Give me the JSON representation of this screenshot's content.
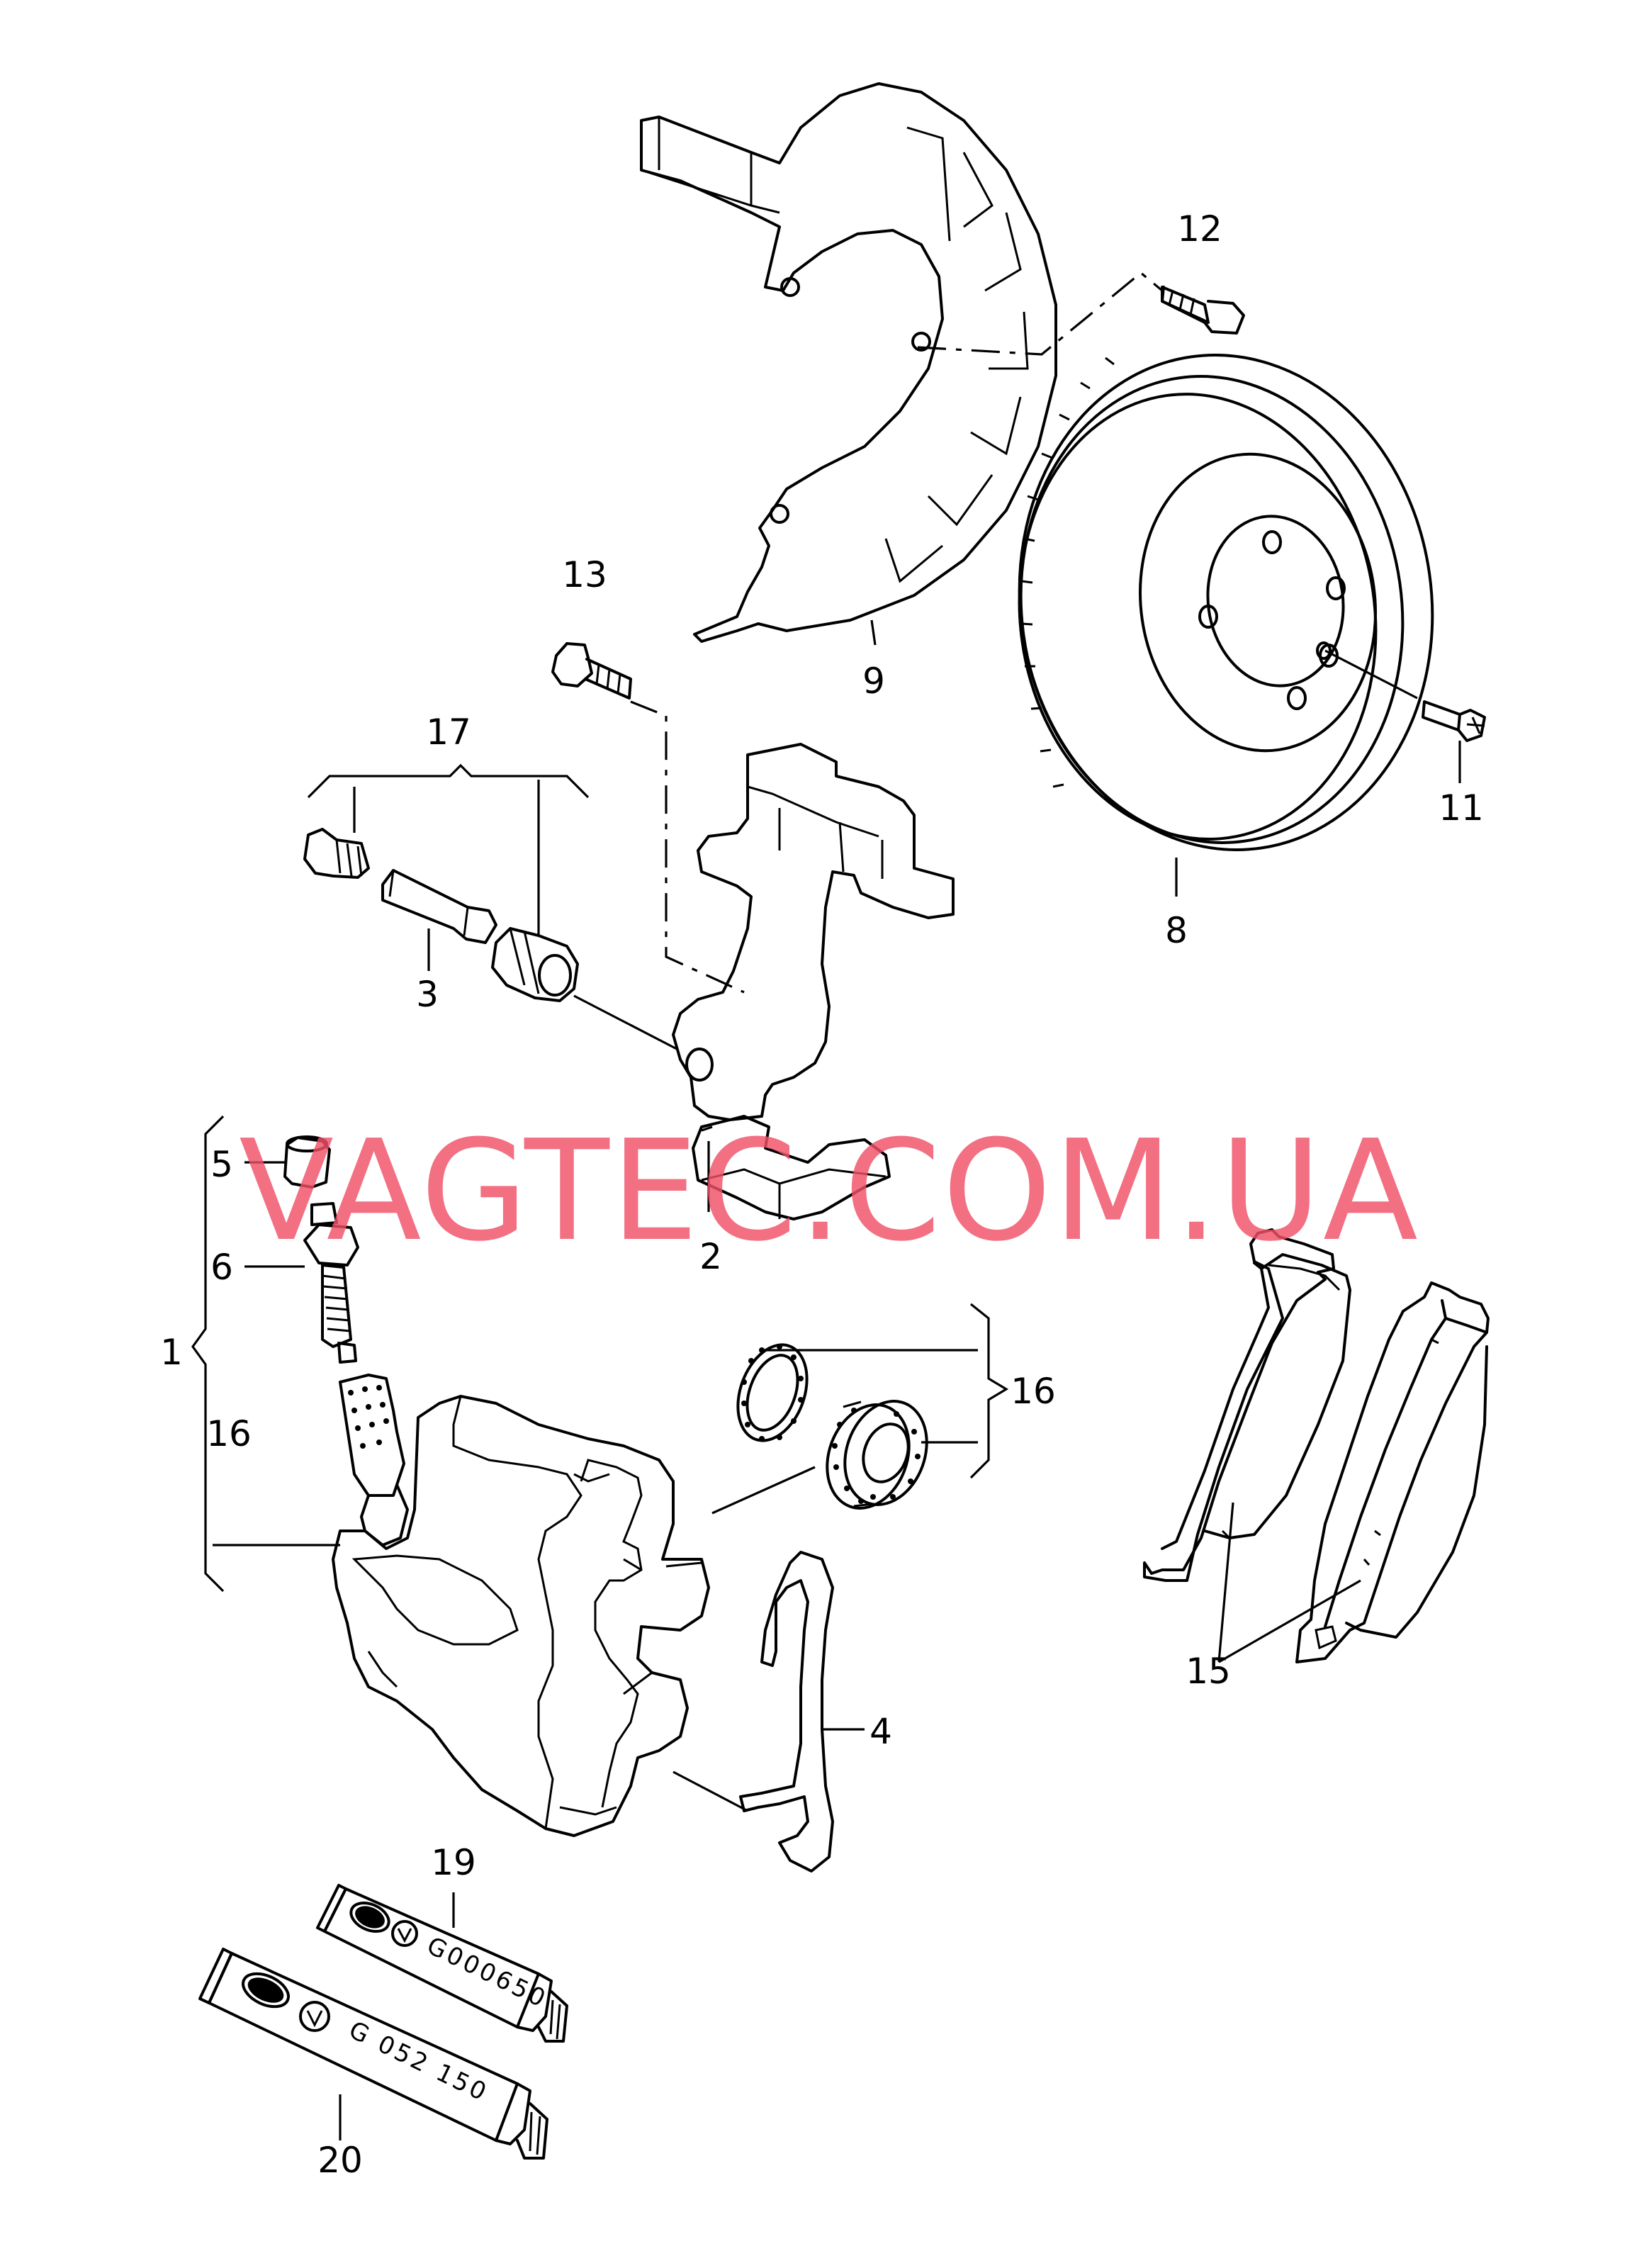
{
  "labels": {
    "l1": "1",
    "l2": "2",
    "l3": "3",
    "l4": "4",
    "l5": "5",
    "l6": "6",
    "l8": "8",
    "l9": "9",
    "l11": "11",
    "l12": "12",
    "l13": "13",
    "l15": "15",
    "l16a": "16",
    "l16b": "16",
    "l17": "17",
    "l19": "19",
    "l20": "20"
  },
  "tubes": {
    "upper_code": "G000650",
    "lower_code": "G 052 150"
  },
  "watermark": "VAGTEC.COM.UA"
}
